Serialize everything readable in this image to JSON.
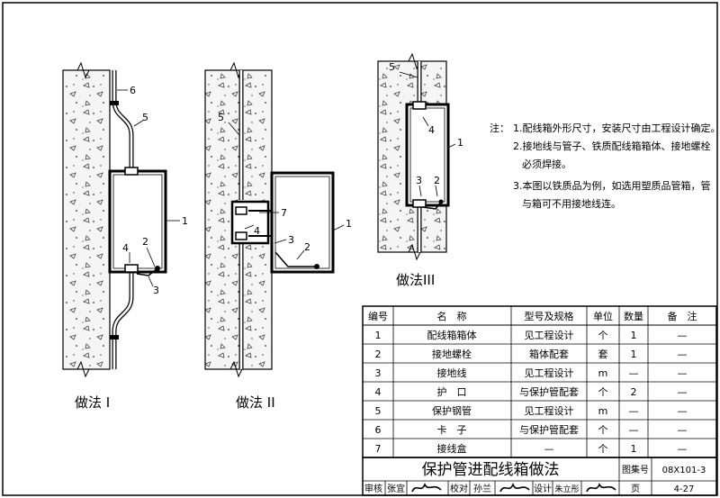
{
  "diagrams": {
    "method1": {
      "caption": "做法 I",
      "callouts": [
        "6",
        "5",
        "1",
        "4",
        "2",
        "3"
      ]
    },
    "method2": {
      "caption": "做法 II",
      "callouts": [
        "5",
        "7",
        "4",
        "3",
        "2",
        "1"
      ]
    },
    "method3": {
      "caption": "做法III",
      "callouts": [
        "5",
        "4",
        "1",
        "3",
        "2"
      ]
    }
  },
  "notes": {
    "heading": "注：",
    "lines": [
      "1.配线箱外形尺寸，安装尺寸由工程设计确定。",
      "2.接地线与管子、铁质配线箱箱体、接地螺栓",
      "必须焊接。",
      "3.本图以铁质品为例，如选用塑质品管箱，管",
      "与箱可不用接地线连。"
    ]
  },
  "parts_table": {
    "headers": [
      "编号",
      "名　称",
      "型号及规格",
      "单位",
      "数量",
      "备　注"
    ],
    "rows": [
      [
        "1",
        "配线箱箱体",
        "见工程设计",
        "个",
        "1",
        "—"
      ],
      [
        "2",
        "接地螺栓",
        "箱体配套",
        "套",
        "1",
        "—"
      ],
      [
        "3",
        "接地线",
        "见工程设计",
        "m",
        "—",
        "—"
      ],
      [
        "4",
        "护　口",
        "与保护管配套",
        "个",
        "2",
        "—"
      ],
      [
        "5",
        "保护钢管",
        "见工程设计",
        "m",
        "—",
        "—"
      ],
      [
        "6",
        "卡　子",
        "与保护管配套",
        "个",
        "—",
        "—"
      ],
      [
        "7",
        "接线盒",
        "—",
        "个",
        "1",
        "—"
      ]
    ]
  },
  "title_block": {
    "title": "保护管进配线箱做法",
    "atlas_label": "图集号",
    "atlas_number": "08X101-3",
    "review_label": "审核",
    "review_name": "张宜",
    "check_label": "校对",
    "check_name": "孙兰",
    "design_label": "设计",
    "design_name": "朱立彤",
    "page_label": "页",
    "page_number": "4-27"
  }
}
